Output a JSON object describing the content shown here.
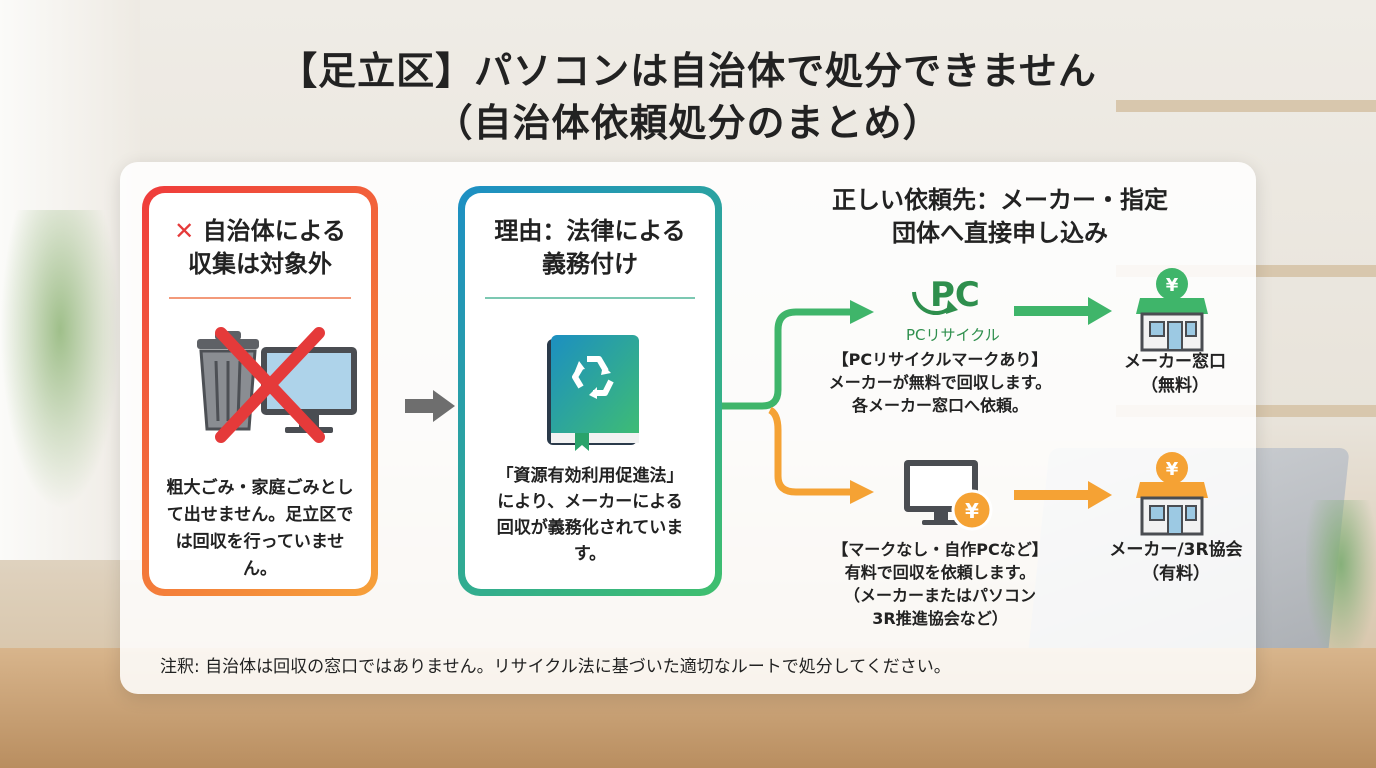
{
  "title": {
    "line1": "【足立区】パソコンは自治体で処分できません",
    "line2": "（自治体依頼処分のまとめ）"
  },
  "card1": {
    "heading_line1": "自治体による",
    "heading_line2": "収集は対象外",
    "body_line1": "粗大ごみ・家庭ごみとし",
    "body_line2": "て出せません。足立区で",
    "body_line3": "は回収を行っていません。"
  },
  "card2": {
    "heading_line1": "理由：法律による",
    "heading_line2": "義務付け",
    "body_line1": "「資源有効利用促進法」",
    "body_line2": "により、メーカーによる",
    "body_line3": "回収が義務化されていま",
    "body_line4": "す。"
  },
  "destination": {
    "heading_line1": "正しい依頼先：メーカー・指定",
    "heading_line2": "団体へ直接申し込み"
  },
  "route_free": {
    "logo_text": "PC",
    "logo_sub": "PCリサイクル",
    "line1": "【PCリサイクルマークあり】",
    "line2": "メーカーが無料で回収します。",
    "line3": "各メーカー窓口へ依頼。",
    "dest_line1": "メーカー窓口",
    "dest_line2": "（無料）",
    "yen": "¥"
  },
  "route_paid": {
    "line1": "【マークなし・自作PCなど】",
    "line2": "有料で回収を依頼します。",
    "line3": "（メーカーまたはパソコン",
    "line4": "3R推進協会など）",
    "dest_line1": "メーカー/3R協会",
    "dest_line2": "（有料）",
    "yen": "¥"
  },
  "note": "注釈: 自治体は回収の窓口ではありません。リサイクル法に基づいた適切なルートで処分してください。",
  "colors": {
    "green": "#3fb56a",
    "orange": "#f5a234",
    "red": "#e53a3a",
    "gray_arrow": "#6e6e6e"
  }
}
